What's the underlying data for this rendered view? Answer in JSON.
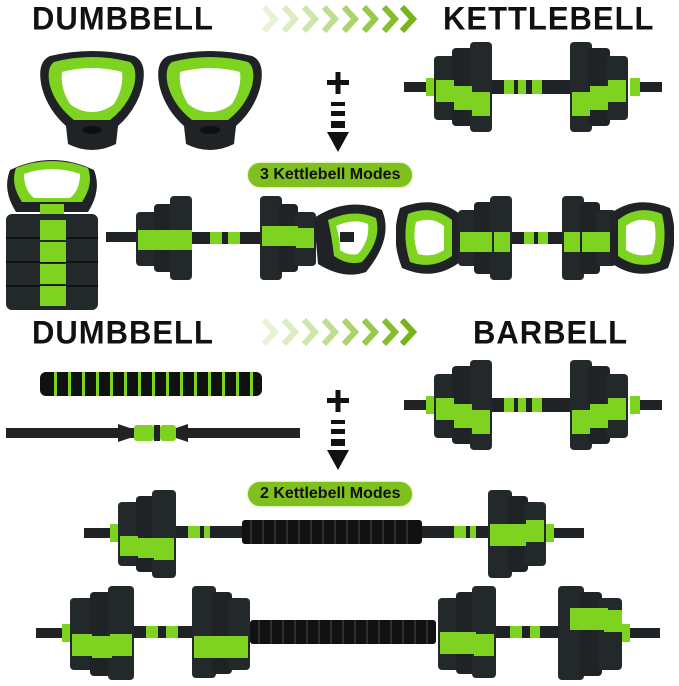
{
  "colors": {
    "accent_green": "#7fbf1e",
    "bright_green": "#7ed321",
    "dark": "#1f2326",
    "text": "#111111"
  },
  "section1": {
    "left_title": "DUMBBELL",
    "right_title": "KETTLEBELL",
    "arrow_icon": "chevron-arrows-icon",
    "operator_icon": "plus-equals-arrow-icon",
    "badge": "3 Kettlebell Modes"
  },
  "section2": {
    "left_title": "DUMBBELL",
    "right_title": "BARBELL",
    "arrow_icon": "chevron-arrows-icon",
    "operator_icon": "plus-equals-arrow-icon",
    "badge": "2 Kettlebell Modes"
  }
}
